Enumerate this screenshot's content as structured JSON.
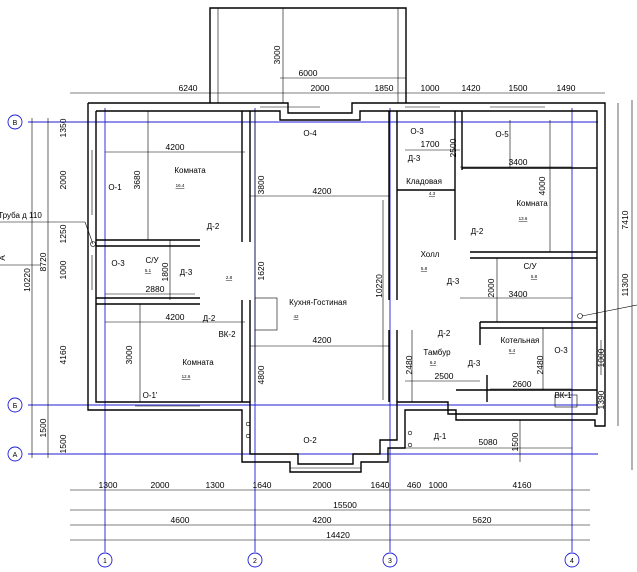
{
  "outer_dims_top": [
    "6240",
    "6000",
    "2000",
    "1850",
    "1000",
    "1420",
    "1500",
    "1490"
  ],
  "porch_dim": "3000",
  "left_dims": [
    "1350",
    "2000",
    "3680",
    "1250",
    "1000",
    "4160",
    "1500",
    "1500",
    "8720",
    "10220"
  ],
  "right_dims": [
    "7410",
    "11300",
    "1000",
    "1390"
  ],
  "inner_dims": [
    "4200",
    "3800",
    "4200",
    "1620",
    "10220",
    "4200",
    "2880",
    "1800",
    "4200",
    "3000",
    "4800",
    "1700",
    "2500",
    "3400",
    "4000",
    "2000",
    "3400",
    "2480",
    "2500",
    "2480",
    "2600",
    "5080",
    "1500"
  ],
  "bottom_row1": [
    "1300",
    "2000",
    "1300",
    "1640",
    "2000",
    "1640",
    "460",
    "1000",
    "4160"
  ],
  "bottom_row2": [
    "15500"
  ],
  "bottom_row3": [
    "4600",
    "4200",
    "5620"
  ],
  "bottom_row4": [
    "14420"
  ],
  "rooms": [
    {
      "label": "Комната",
      "area": "16.4"
    },
    {
      "label": "С/У",
      "area": "5.1"
    },
    {
      "label": "Комната",
      "area": "12.6"
    },
    {
      "label": "Кухня-Гостиная",
      "area": "42"
    },
    {
      "label": "Кладовая",
      "area": "4.3"
    },
    {
      "label": "Комната",
      "area": "13.6"
    },
    {
      "label": "Холл",
      "area": "5.8"
    },
    {
      "label": "С/У",
      "area": "5.8"
    },
    {
      "label": "Котельная",
      "area": "6.4"
    },
    {
      "label": "Тамбур",
      "area": "6.2"
    }
  ],
  "small_area": "2.8",
  "windows": [
    "О-1",
    "О-3",
    "О-1'",
    "О-4",
    "О-2",
    "О-3",
    "О-5",
    "О-3"
  ],
  "doors": [
    "Д-2",
    "Д-3",
    "Д-2",
    "Д-3",
    "Д-2",
    "Д-3",
    "Д-2",
    "Д-3",
    "Д-1"
  ],
  "vk": [
    "ВК-2",
    "ВК-1"
  ],
  "pipe_label": "Труба д 110",
  "section_mark": "А",
  "axes_h": [
    "В",
    "Б",
    "А"
  ],
  "axes_v": [
    "1",
    "2",
    "3",
    "4"
  ],
  "colors": {
    "axis": "#1f1fd6",
    "line": "#000000"
  }
}
